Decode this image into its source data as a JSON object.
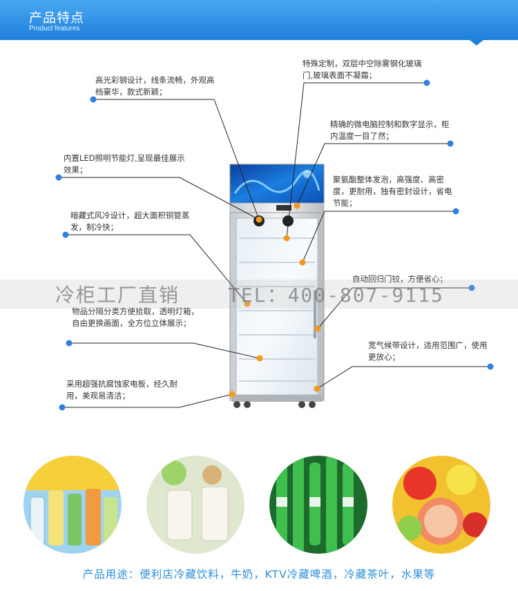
{
  "banner": {
    "title": "产品特点",
    "subtitle": "Product features"
  },
  "features": [
    {
      "id": "steel",
      "text": "高光彩钢设计，线条流畅，外观高档豪华，款式新颖；"
    },
    {
      "id": "glass",
      "text": "特殊定制，双层中空除雾钢化玻璃门,玻璃表面不凝霜；"
    },
    {
      "id": "control",
      "text": "精确的微电脑控制和数字显示，柜内温度一目了然；"
    },
    {
      "id": "led",
      "text": "内置LED照明节能灯,呈现最佳展示效果；"
    },
    {
      "id": "foam",
      "text": "聚氨酯整体发泡，高强度、高密度，更耐用，独有密封设计，省电节能；"
    },
    {
      "id": "aircool",
      "text": "暗藏式风冷设计，超大面积铜管蒸发，制冷快；"
    },
    {
      "id": "hinge",
      "text": "自动回归门铰，方便省心；"
    },
    {
      "id": "shelf",
      "text": "物品分隔分类方便拾取，透明灯箱，自由更换画面，全方位立体展示；"
    },
    {
      "id": "gasket",
      "text": "宽气候带设计，适用范围广，使用更放心；"
    },
    {
      "id": "panel",
      "text": "采用超强抗腐蚀家电板，经久耐用，美观易清洁；"
    }
  ],
  "watermark": {
    "left": "冷柜工厂直销",
    "right": "TEL：400-807-9115"
  },
  "usage": "产品用途：便利店冷藏饮料，牛奶，KTV冷藏啤酒，冷藏茶叶，水果等",
  "colors": {
    "banner": "#2b8ee6",
    "dot": "#2f80e0",
    "accent_dot": "#f39a1e",
    "usage_text": "#2a8fd8"
  },
  "photos": [
    "drinks",
    "milk",
    "beer",
    "fruit"
  ]
}
